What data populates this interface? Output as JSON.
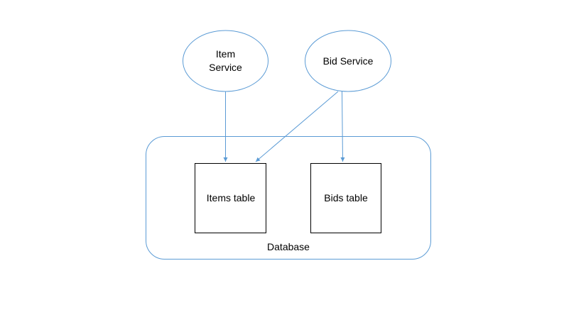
{
  "diagram": {
    "nodes": {
      "item_service": {
        "label": "Item\nService",
        "line1": "Item",
        "line2": "Service"
      },
      "bid_service": {
        "label": "Bid Service"
      },
      "items_table": {
        "label": "Items table"
      },
      "bids_table": {
        "label": "Bids table"
      },
      "database": {
        "label": "Database"
      }
    },
    "edges": [
      {
        "from": "Item Service",
        "to": "Items table"
      },
      {
        "from": "Bid Service",
        "to": "Items table"
      },
      {
        "from": "Bid Service",
        "to": "Bids table"
      }
    ],
    "colors": {
      "stroke": "#5b9bd5",
      "box_stroke": "#000000",
      "text": "#000000"
    }
  }
}
